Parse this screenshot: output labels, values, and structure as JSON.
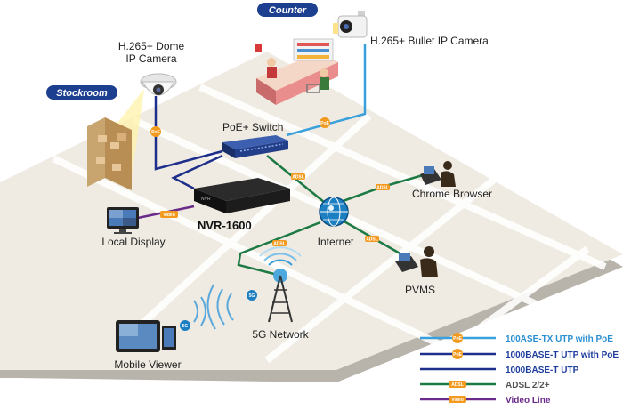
{
  "areas": {
    "counter": "Counter",
    "stockroom": "Stockroom"
  },
  "devices": {
    "dome_camera": [
      "H.265+ Dome",
      "IP Camera"
    ],
    "bullet_camera": "H.265+ Bullet IP Camera",
    "poe_switch": "PoE+ Switch",
    "nvr_label": "NVR-1600",
    "nvr_brand": "NVR",
    "local_display": "Local Display",
    "internet": "Internet",
    "chrome": "Chrome Browser",
    "pvms": "PVMS",
    "network_5g": "5G Network",
    "mobile": "Mobile Viewer"
  },
  "badges": {
    "poe": "PoE",
    "adsl": "ADSL",
    "video": "Video",
    "fiveg": "5G"
  },
  "legend": [
    {
      "label": "100ASE-TX UTP with PoE",
      "badge": "PoE",
      "color": "#3aa0dc",
      "text_color": "#2a8fd0"
    },
    {
      "label": "1000BASE-T UTP with PoE",
      "badge": "PoE",
      "color": "#1d2f8a",
      "text_color": "#1d3d9e"
    },
    {
      "label": "1000BASE-T UTP",
      "badge": "",
      "color": "#1d2f8a",
      "text_color": "#1d3d9e"
    },
    {
      "label": "ADSL 2/2+",
      "badge": "ADSL",
      "color": "#1e7a45",
      "text_color": "#555555"
    },
    {
      "label": "Video Line",
      "badge": "Video",
      "color": "#6a2a8a",
      "text_color": "#6a2a8a"
    }
  ],
  "colors": {
    "poe100": "#3aa0dc",
    "utp1000": "#1d2f8a",
    "adsl": "#1e7a45",
    "video": "#6a2a8a",
    "badge_orange": "#f39a1e",
    "tag_navy": "#1d3f8f"
  }
}
